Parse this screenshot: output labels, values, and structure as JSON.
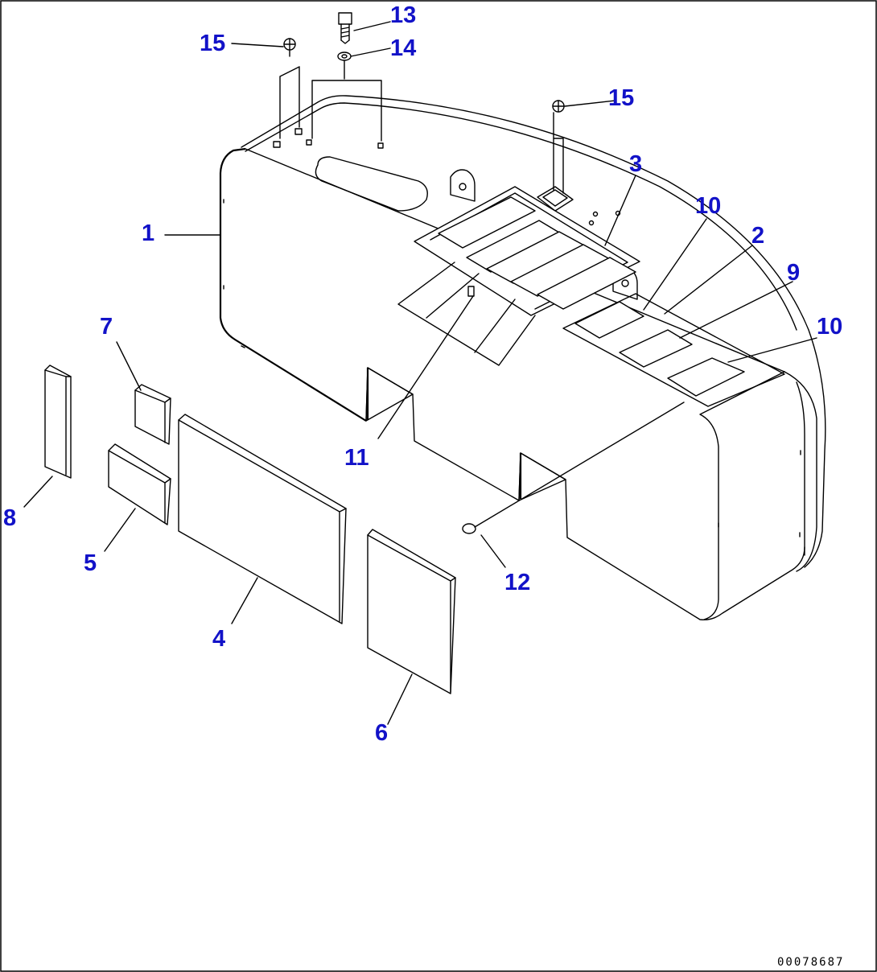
{
  "diagram": {
    "drawing_code": "00078687",
    "callouts": [
      {
        "id": "c1",
        "label": "1"
      },
      {
        "id": "c2",
        "label": "2"
      },
      {
        "id": "c3",
        "label": "3"
      },
      {
        "id": "c4",
        "label": "4"
      },
      {
        "id": "c5",
        "label": "5"
      },
      {
        "id": "c6",
        "label": "6"
      },
      {
        "id": "c7",
        "label": "7"
      },
      {
        "id": "c8",
        "label": "8"
      },
      {
        "id": "c9",
        "label": "9"
      },
      {
        "id": "c10a",
        "label": "10"
      },
      {
        "id": "c10b",
        "label": "10"
      },
      {
        "id": "c11",
        "label": "11"
      },
      {
        "id": "c12",
        "label": "12"
      },
      {
        "id": "c13",
        "label": "13"
      },
      {
        "id": "c14",
        "label": "14"
      },
      {
        "id": "c15a",
        "label": "15"
      },
      {
        "id": "c15b",
        "label": "15"
      }
    ],
    "colors": {
      "callout": "#1212c8",
      "line": "#000000",
      "background": "#ffffff"
    }
  }
}
